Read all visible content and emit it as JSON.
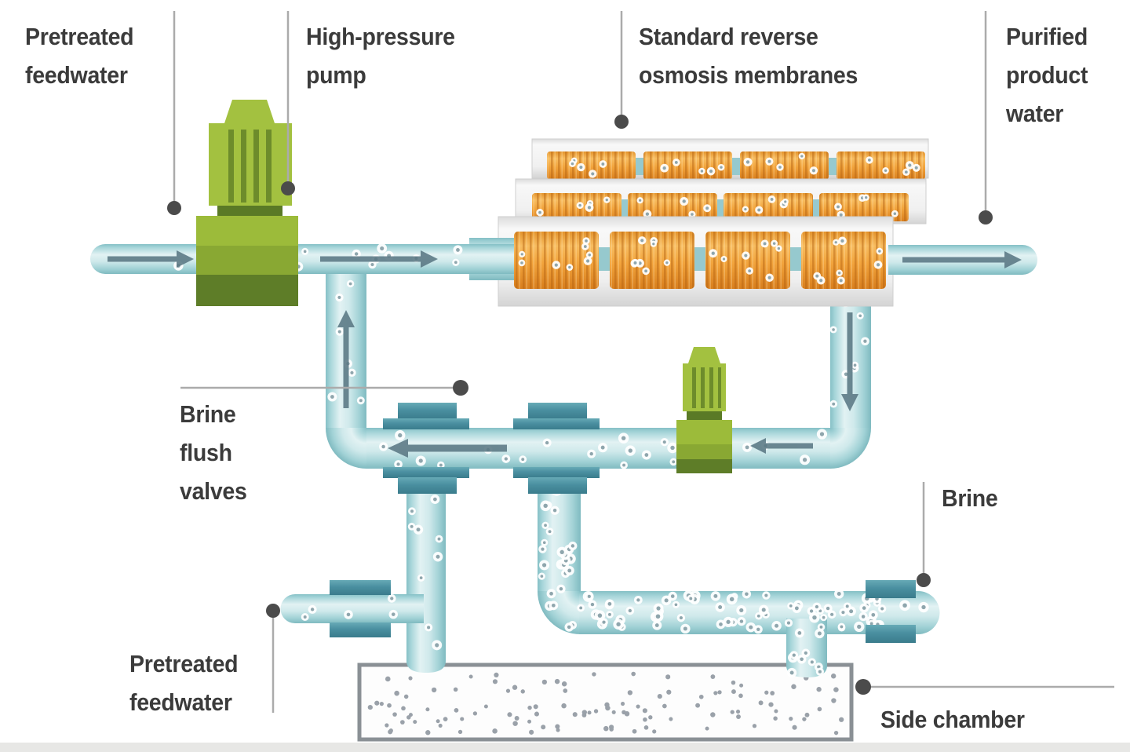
{
  "figure": {
    "labels": {
      "feedwater_top": "Pretreated\nfeedwater",
      "pump": "High-pressure\npump",
      "membranes": "Standard reverse\nosmosis membranes",
      "product": "Purified\nproduct\nwater",
      "valves": "Brine\nflush\nvalves",
      "brine": "Brine",
      "feedwater_bottom": "Pretreated\nfeedwater",
      "chamber": "Side chamber"
    },
    "colors": {
      "pipe_teal_light": "#ddf0f2",
      "pipe_teal_edge": "#85c0c6",
      "valve_teal": "#4a8fa0",
      "membrane_orange": "#f0a23a",
      "pump_green_light": "#a3c140",
      "pump_green_dark": "#5e7d28",
      "arrow_gray": "#5a7884",
      "leader_line": "#ababab",
      "leader_dot": "#4b4b4b",
      "label_text": "#3b3b3b",
      "chamber_border": "#8a9095"
    }
  }
}
